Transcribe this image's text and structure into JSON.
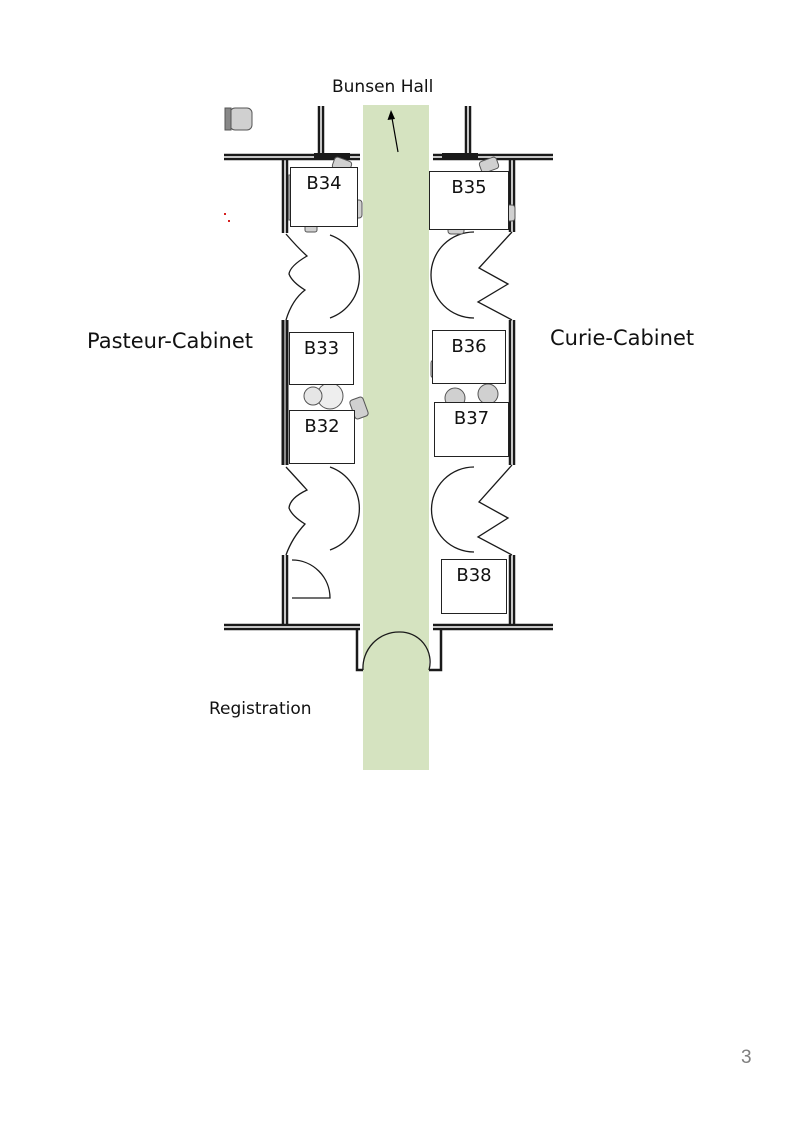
{
  "labels": {
    "north": "Bunsen Hall",
    "west_room": "Pasteur-Cabinet",
    "east_room": "Curie-Cabinet",
    "south": "Registration"
  },
  "booths": [
    "B34",
    "B35",
    "B33",
    "B36",
    "B32",
    "B37",
    "B38"
  ],
  "page_number": "3",
  "colors": {
    "corridor": "#d5e3c0",
    "walls": "#1a1a1a",
    "furniture": "#bfbfbf"
  }
}
